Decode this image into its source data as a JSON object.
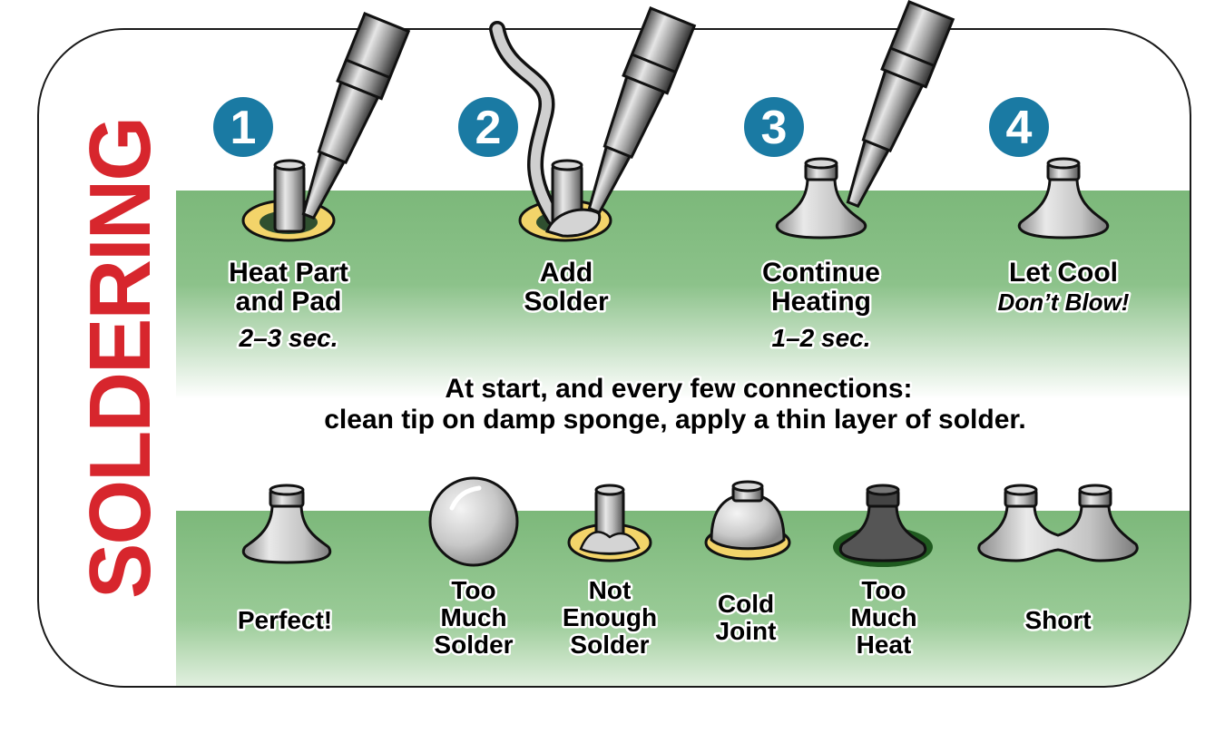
{
  "title": "SOLDERING",
  "colors": {
    "title_red": "#d7262d",
    "step_badge": "#1a7aa3",
    "board_green": "#7cb87a",
    "pad_yellow": "#f3d46a",
    "solder_gray": "#c9c9c9",
    "burnt_gray": "#555555"
  },
  "steps": [
    {
      "number": "1",
      "line1": "Heat Part",
      "line2": "and Pad",
      "time": "2–3 sec."
    },
    {
      "number": "2",
      "line1": "Add",
      "line2": "Solder",
      "time": ""
    },
    {
      "number": "3",
      "line1": "Continue",
      "line2": "Heating",
      "time": "1–2 sec."
    },
    {
      "number": "4",
      "line1": "Let Cool",
      "line2": "",
      "time": "Don’t Blow!"
    }
  ],
  "tip_note": {
    "line1": "At start, and every few connections:",
    "line2": "clean tip on damp sponge, apply a thin layer of solder."
  },
  "joints": [
    {
      "lines": [
        "Perfect!"
      ]
    },
    {
      "lines": [
        "Too",
        "Much",
        "Solder"
      ]
    },
    {
      "lines": [
        "Not",
        "Enough",
        "Solder"
      ]
    },
    {
      "lines": [
        "Cold",
        "Joint"
      ]
    },
    {
      "lines": [
        "Too",
        "Much",
        "Heat"
      ]
    },
    {
      "lines": [
        "Short"
      ]
    }
  ],
  "icons": [
    "soldering-iron-icon",
    "solder-wire-icon",
    "component-lead-icon",
    "solder-cone-icon",
    "solder-ball-icon"
  ]
}
